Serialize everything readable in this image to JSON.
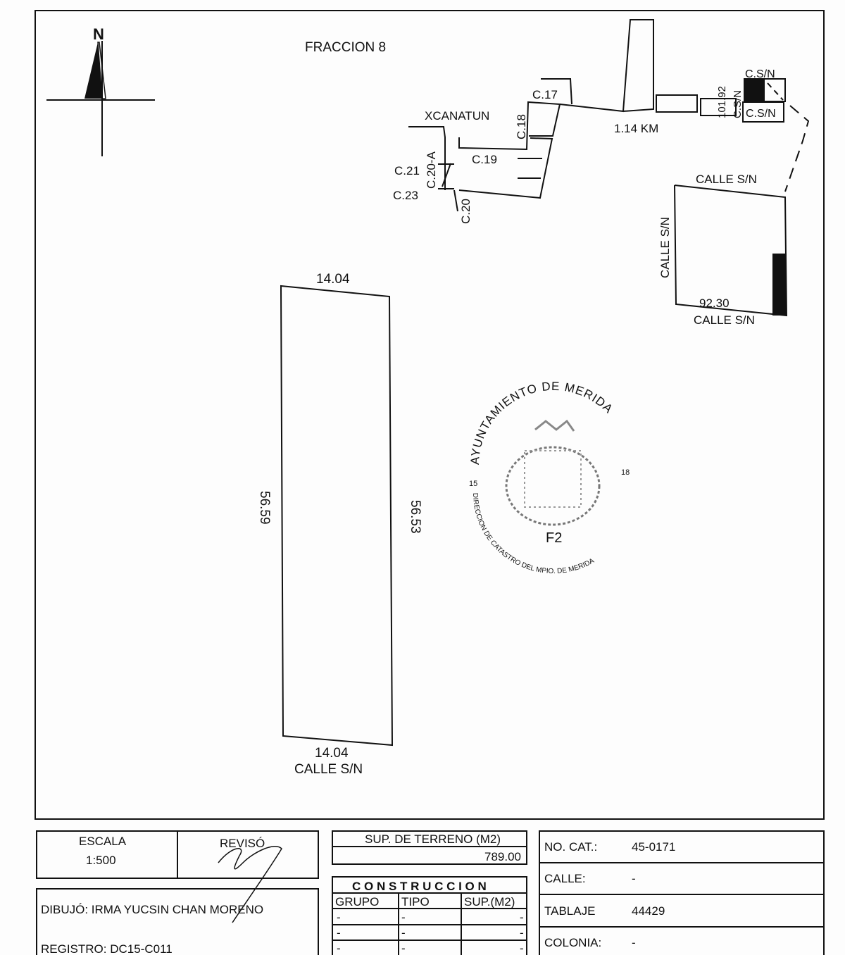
{
  "title": "FRACCION 8",
  "north": "N",
  "location_map": {
    "town": "XCANATUN",
    "streets": [
      "C.17",
      "C.18",
      "C.19",
      "C.20-A",
      "C.21",
      "C.23",
      "C.20"
    ],
    "distance": "1.14 KM",
    "street_sn_short": "C.S/N",
    "street_sn": "CALLE S/N",
    "side_measure": "101.92",
    "bottom_measure": "92.30"
  },
  "parcel": {
    "top": "14.04",
    "bottom": "14.04",
    "left": "56.59",
    "right": "56.53",
    "front_street": "CALLE S/N"
  },
  "stamp": {
    "top_text": "AYUNTAMIENTO DE MERIDA",
    "bottom_text": "DIRECCION DE CATASTRO DEL MPIO. DE MERIDA",
    "left_num": "15",
    "right_num": "18",
    "code": "F2"
  },
  "titleblock": {
    "escala_label": "ESCALA",
    "escala_value": "1:500",
    "reviso_label": "REVISÓ",
    "dibujo": "DIBUJÓ: IRMA YUCSIN CHAN MORENO",
    "registro": "REGISTRO: DC15-C011",
    "sup_terreno_label": "SUP. DE TERRENO (M2)",
    "sup_terreno_value": "789.00",
    "construccion_label": "C O N S T R U C C I O N",
    "construccion_cols": [
      "GRUPO",
      "TIPO",
      "SUP.(M2)"
    ],
    "construccion_rows": [
      [
        "-",
        "-",
        "-"
      ],
      [
        "-",
        "-",
        "-"
      ],
      [
        "-",
        "-",
        "-"
      ]
    ],
    "no_cat_label": "NO. CAT.:",
    "no_cat_value": "45-0171",
    "calle_label": "CALLE:",
    "calle_value": "-",
    "tablaje_label": "TABLAJE",
    "tablaje_value": "44429",
    "colonia_label": "COLONIA:",
    "colonia_value": "-"
  }
}
